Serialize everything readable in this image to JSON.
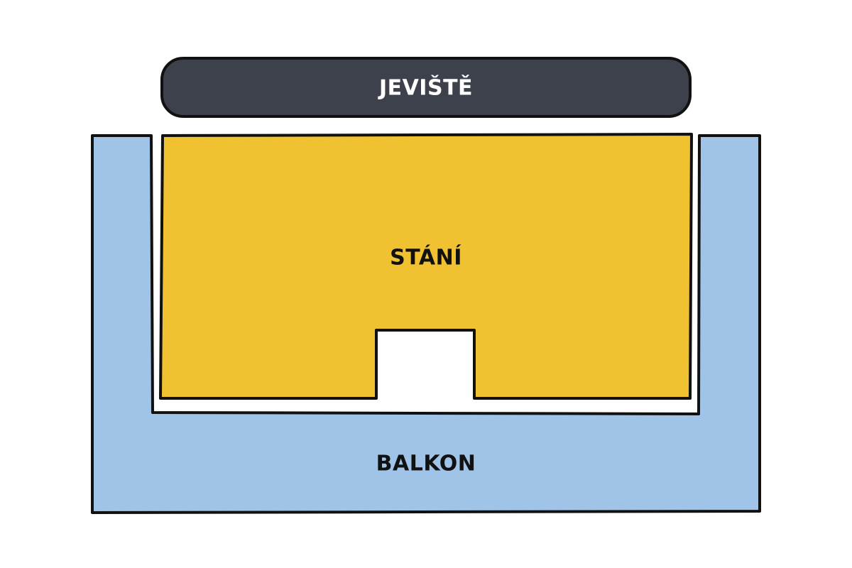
{
  "venue_map": {
    "stage": {
      "label": "JEVIŠTĚ",
      "fill": "#3d414b",
      "text_color": "#ffffff"
    },
    "standing": {
      "label": "STÁNÍ",
      "fill": "#f0c232",
      "text_color": "#111111"
    },
    "balcony": {
      "label": "BALKON",
      "fill": "#a0c4e8",
      "text_color": "#111111"
    },
    "outline_color": "#111111",
    "background": "#ffffff"
  }
}
